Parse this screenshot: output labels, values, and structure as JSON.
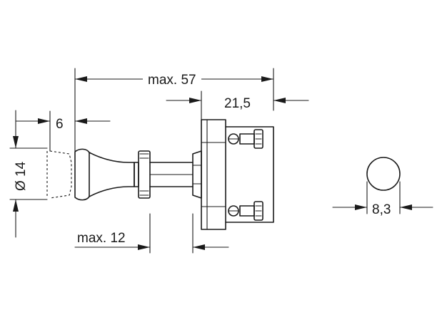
{
  "drawing": {
    "dimensions": {
      "overall_length": "max. 57",
      "knob_length": "6",
      "knob_diameter": "Ø 14",
      "body_length": "21,5",
      "shaft_length": "max. 12",
      "mounting_hole": "8,3"
    }
  }
}
